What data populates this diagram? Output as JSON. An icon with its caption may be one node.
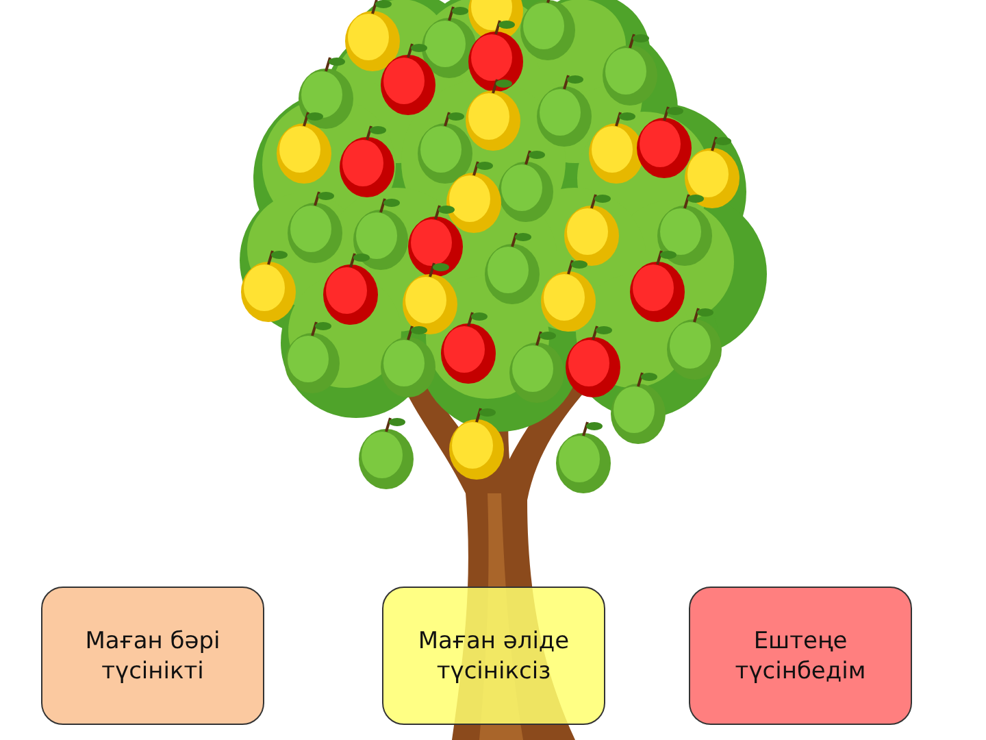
{
  "diagram": {
    "nodes": [
      {
        "text": [
          "Маған бәрі түсінікті"
        ]
      },
      {
        "text": [
          "Маған әліде түсініксіз"
        ]
      },
      {
        "text": [
          "Ештеңе түсінбедім"
        ]
      }
    ]
  }
}
